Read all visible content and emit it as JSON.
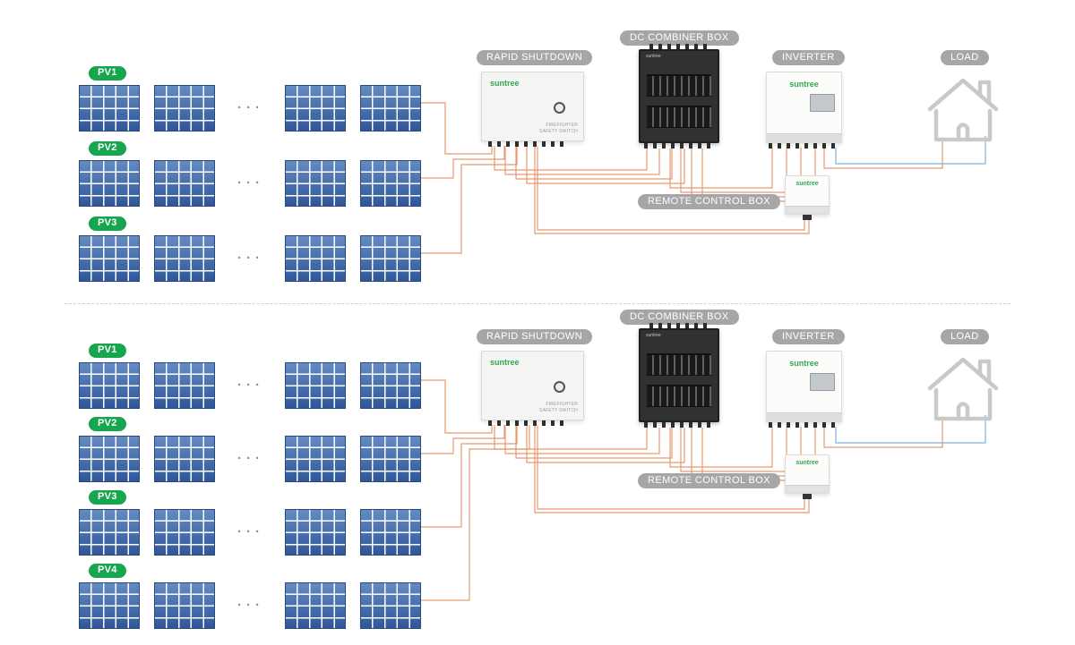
{
  "brand": "suntree",
  "components": {
    "rapid_shutdown": "RAPID SHUTDOWN",
    "dc_combiner": "DC COMBINER BOX",
    "inverter": "INVERTER",
    "load": "LOAD",
    "remote": "REMOTE CONTROL BOX",
    "rs_subtext": "FIREFIGHTER SAFETY SWITCH"
  },
  "sections": [
    {
      "id": "system-with-3-pv-strings",
      "strings": [
        "PV1",
        "PV2",
        "PV3"
      ]
    },
    {
      "id": "system-with-4-pv-strings",
      "strings": [
        "PV1",
        "PV2",
        "PV3",
        "PV4"
      ]
    }
  ],
  "dots": "···",
  "colors": {
    "pv_green": "#17a64d",
    "brand_green": "#2fa84f",
    "label_gray": "#a6a6a6",
    "panel_blue": "#3a6ab1",
    "wire_orange": "#e8996f",
    "wire_blue": "#7fb2e0"
  }
}
